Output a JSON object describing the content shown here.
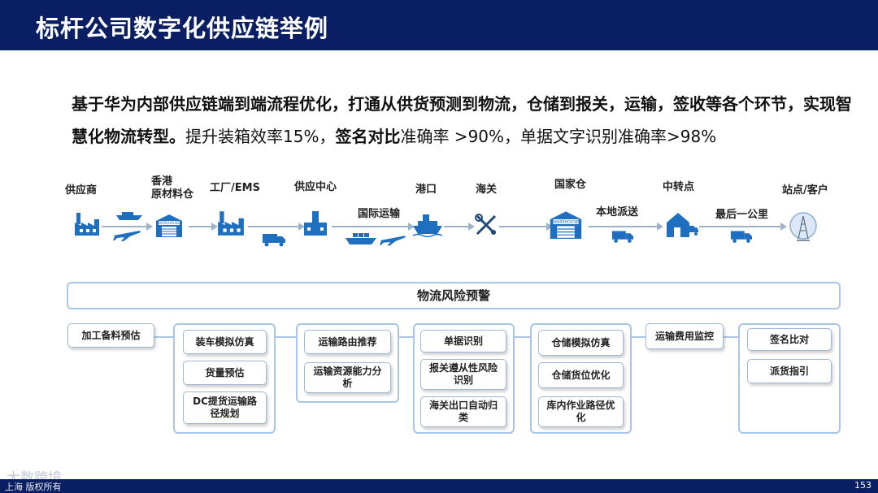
{
  "title": "标杆公司数字化供应链举例",
  "intro": {
    "part1": "基于华为内部供应链端到端流程优化，打通从供货预测到物流，仓储到报关，运输，签收等各个环节，实现智慧化物流转型。",
    "part2": "提升装箱效率15%，",
    "part3": "签名对比",
    "part4": "准确率 >90%，单据文字识别准确率>98%"
  },
  "flow": {
    "supplier": "供应商",
    "hk_warehouse_line1": "香港",
    "hk_warehouse_line2": "原材料仓",
    "factory": "工厂/EMS",
    "supply_center": "供应中心",
    "intl_transport": "国际运输",
    "port": "港口",
    "customs": "海关",
    "national_warehouse": "国家仓",
    "local_delivery": "本地派送",
    "transit_point": "中转点",
    "last_mile": "最后一公里",
    "site_customer": "站点/客户",
    "warehouse_sign": "WAREHOUSE"
  },
  "risk_warning": "物流风险预警",
  "groups": {
    "g1": [
      "加工备料预估"
    ],
    "g2": [
      "装车模拟仿真",
      "货量预估",
      "DC提货运输路径规划"
    ],
    "g3": [
      "运输路由推荐",
      "运输资源能力分析"
    ],
    "g4": [
      "单据识别",
      "报关遵从性风险识别",
      "海关出口自动归类"
    ],
    "g5": [
      "仓储模拟仿真",
      "仓储货位优化",
      "库内作业路径优化"
    ],
    "g6": [
      "运输费用监控"
    ],
    "g7": [
      "签名比对",
      "派货指引"
    ]
  },
  "footer": {
    "left": "上海 版权所有",
    "watermark": "大数跨境",
    "page": "153"
  },
  "colors": {
    "title_bg": "#0a1f63",
    "icon_blue": "#1f6fc0",
    "border": "#a9c6e8"
  }
}
